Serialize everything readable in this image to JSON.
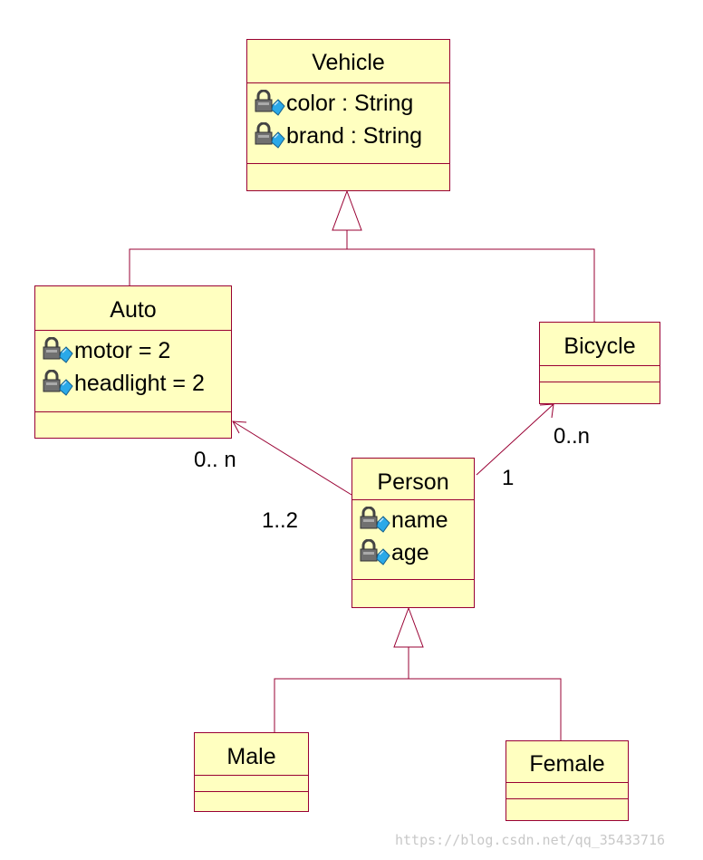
{
  "classes": {
    "vehicle": {
      "name": "Vehicle",
      "attributes": [
        "color : String",
        "brand : String"
      ]
    },
    "auto": {
      "name": "Auto",
      "attributes": [
        "motor = 2",
        "headlight = 2"
      ]
    },
    "bicycle": {
      "name": "Bicycle",
      "attributes": []
    },
    "person": {
      "name": "Person",
      "attributes": [
        "name",
        "age"
      ]
    },
    "male": {
      "name": "Male",
      "attributes": []
    },
    "female": {
      "name": "Female",
      "attributes": []
    }
  },
  "multiplicities": {
    "auto_end": "0.. n",
    "person_auto_end": "1..2",
    "bicycle_end": "0..n",
    "person_bicycle_end": "1"
  },
  "watermark": "https://blog.csdn.net/qq_35433716",
  "colors": {
    "class_fill": "#ffffc0",
    "class_border": "#990033",
    "connector": "#990033"
  },
  "icon": "private-attribute-icon"
}
